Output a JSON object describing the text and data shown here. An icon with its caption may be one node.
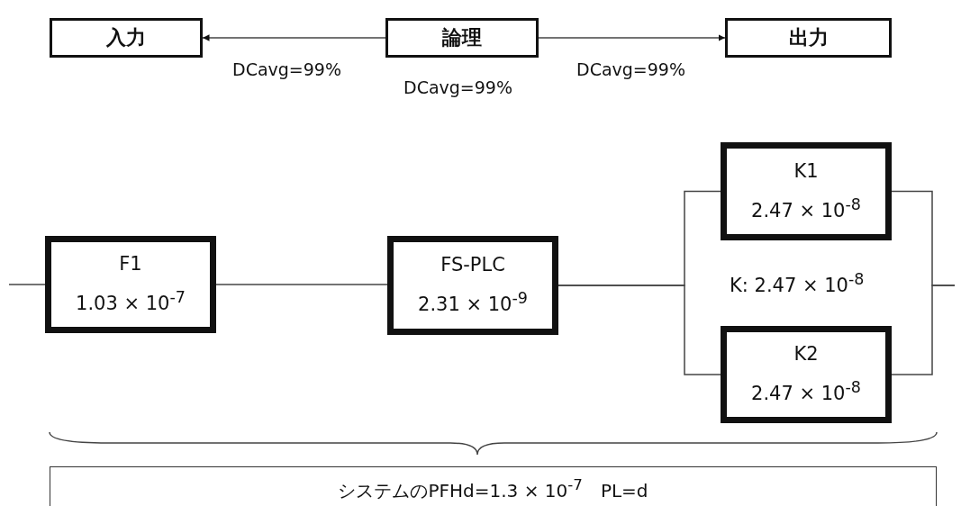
{
  "diagram": {
    "nodes": [
      {
        "text": [
          "入力"
        ]
      },
      {
        "text": [
          "論理"
        ],
        "beside": [
          "DCavg=99%"
        ]
      },
      {
        "text": [
          "出力"
        ]
      },
      {
        "text": [
          "F1",
          "1.03 × 10$^{-7}$"
        ]
      },
      {
        "text": [
          "FS-PLC",
          "2.31 × 10$^{-9}$"
        ]
      },
      {
        "text": [
          "K1",
          "2.47 × 10$^{-8}$"
        ]
      },
      {
        "text": [
          "K2",
          "2.47 × 10$^{-8}$"
        ]
      },
      {
        "text": [
          "システムのPFHd=1.3 × 10$^{-7}$　PL=d"
        ]
      }
    ],
    "edges": [
      {
        "from": 1,
        "to": 0,
        "arrow": "to",
        "label": "DCavg=99%"
      },
      {
        "from": 1,
        "to": 2,
        "arrow": "to",
        "label": "DCavg=99%"
      },
      {
        "from": null,
        "to": 3,
        "arrow": "none"
      },
      {
        "from": 3,
        "to": 4,
        "arrow": "none"
      },
      {
        "from": 4,
        "to": 5,
        "arrow": "none"
      },
      {
        "from": 4,
        "to": 6,
        "arrow": "none"
      },
      {
        "from": 5,
        "to": null,
        "arrow": "none"
      },
      {
        "from": 6,
        "to": null,
        "arrow": "none"
      }
    ],
    "labels": [
      "K: 2.47 × 10$^{-8}$"
    ]
  }
}
